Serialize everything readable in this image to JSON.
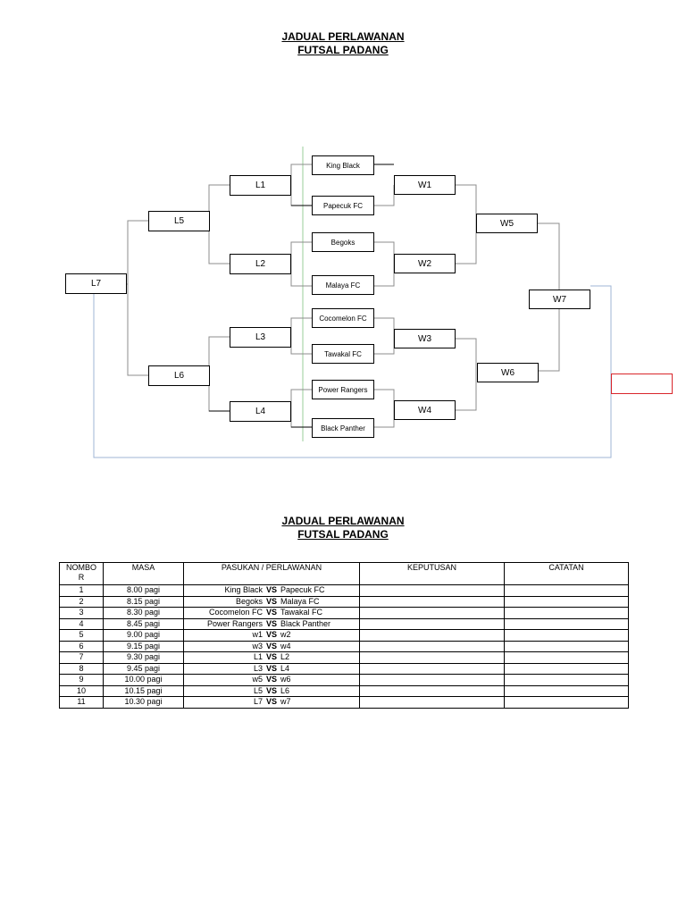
{
  "titles": {
    "top_line1": "JADUAL PERLAWANAN",
    "top_line2": "FUTSAL PADANG",
    "bottom_line1": "JADUAL PERLAWANAN",
    "bottom_line2": "FUTSAL PADANG"
  },
  "bracket": {
    "teams": [
      "King Black",
      "Papecuk FC",
      "Begoks",
      "Malaya FC",
      "Cocomelon FC",
      "Tawakal FC",
      "Power Rangers",
      "Black Panther"
    ],
    "left": {
      "L1": "L1",
      "L2": "L2",
      "L3": "L3",
      "L4": "L4",
      "L5": "L5",
      "L6": "L6",
      "L7": "L7"
    },
    "right": {
      "W1": "W1",
      "W2": "W2",
      "W3": "W3",
      "W4": "W4",
      "W5": "W5",
      "W6": "W6",
      "W7": "W7"
    }
  },
  "table": {
    "headers": {
      "no_line1": "NOMBO",
      "no_line2": "R",
      "masa": "MASA",
      "pasukan": "PASUKAN / PERLAWANAN",
      "keputusan": "KEPUTUSAN",
      "catatan": "CATATAN"
    },
    "vs": "VS",
    "rows": [
      {
        "no": "1",
        "masa": "8.00 pagi",
        "a": "King Black",
        "b": "Papecuk FC"
      },
      {
        "no": "2",
        "masa": "8.15 pagi",
        "a": "Begoks",
        "b": "Malaya FC"
      },
      {
        "no": "3",
        "masa": "8.30 pagi",
        "a": "Cocomelon FC",
        "b": "Tawakal FC"
      },
      {
        "no": "4",
        "masa": "8.45 pagi",
        "a": "Power Rangers",
        "b": "Black Panther"
      },
      {
        "no": "5",
        "masa": "9.00 pagi",
        "a": "w1",
        "b": "w2"
      },
      {
        "no": "6",
        "masa": "9.15 pagi",
        "a": "w3",
        "b": "w4"
      },
      {
        "no": "7",
        "masa": "9.30 pagi",
        "a": "L1",
        "b": "L2"
      },
      {
        "no": "8",
        "masa": "9.45 pagi",
        "a": "L3",
        "b": "L4"
      },
      {
        "no": "9",
        "masa": "10.00 pagi",
        "a": "w5",
        "b": "w6"
      },
      {
        "no": "10",
        "masa": "10.15 pagi",
        "a": "L5",
        "b": "L6"
      },
      {
        "no": "11",
        "masa": "10.30 pagi",
        "a": "L7",
        "b": "w7"
      }
    ]
  }
}
